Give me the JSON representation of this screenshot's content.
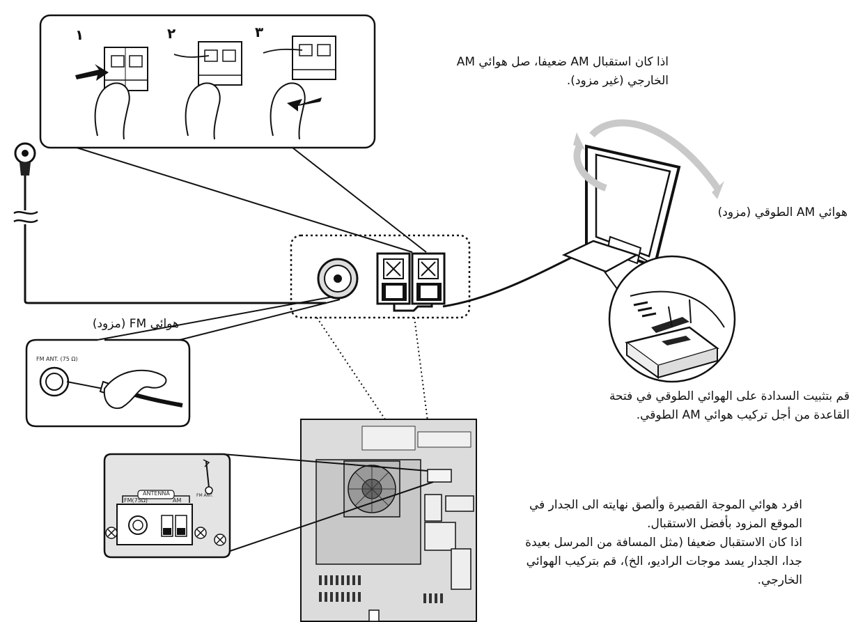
{
  "steps": [
    "١",
    "٢",
    "٣"
  ],
  "labels": {
    "ext_am_line1": "اذا كان استقبال AM ضعيفا، صل هوائي AM",
    "ext_am_line2": "الخارجي (غير مزود).",
    "loop_antenna": "هوائي AM الطوقي (مزود)",
    "fm_antenna": "هوائي FM (مزود)",
    "clip_line1": "قم بتثبيت السدادة على الهوائي الطوقي في فتحة",
    "clip_line2": "القاعدة من أجل تركيب هوائي AM الطوقي.",
    "fm_instr": [
      "افرد هوائي الموجة القصيرة وألصق نهايته الى الجدار في",
      "الموقع المزود بأفضل الاستقبال.",
      "اذا كان الاستقبال ضعيفا (مثل المسافة من المرسل بعيدة",
      "جدا، الجدار يسد موجات الراديو، الخ)، قم بتركيب الهوائي",
      "الخارجي."
    ]
  },
  "panel": {
    "fm_ant_label": "FM ANT. (75 Ω)",
    "antenna_label": "ANTENNA",
    "fm_label": "FM(75Ω)",
    "am_label": "AM",
    "small_fm_ant": "FM ANT."
  }
}
